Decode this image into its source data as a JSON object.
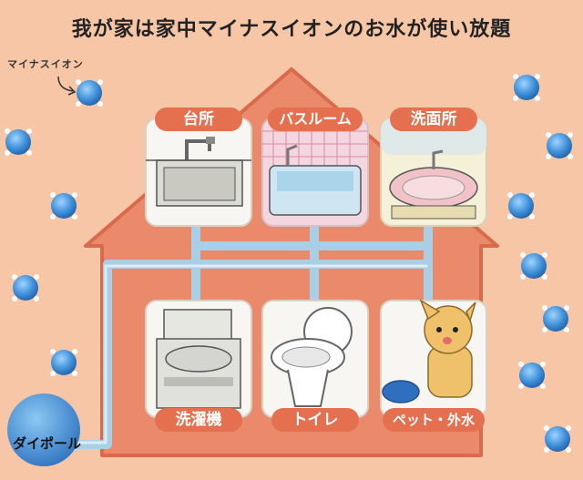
{
  "title": "我が家は家中マイナスイオンのお水が使い放題",
  "annotation_label": "マイナスイオン",
  "rooms": [
    {
      "label": "台所",
      "icon": "kitchen-sink-icon"
    },
    {
      "label": "バスルーム",
      "icon": "bathtub-icon"
    },
    {
      "label": "洗面所",
      "icon": "washbasin-icon"
    },
    {
      "label": "洗濯機",
      "icon": "washing-machine-icon"
    },
    {
      "label": "トイレ",
      "icon": "toilet-icon"
    },
    {
      "label": "ペット・外水",
      "icon": "dog-icon"
    }
  ],
  "dipole_label": "ダイポール",
  "colors": {
    "background": "#f6c6a6",
    "house": "#ea8a6b",
    "house_border": "#d96a4b",
    "label": "#e4704f",
    "pipe": "#a9cfe6",
    "ion": "#3d8fd8"
  }
}
